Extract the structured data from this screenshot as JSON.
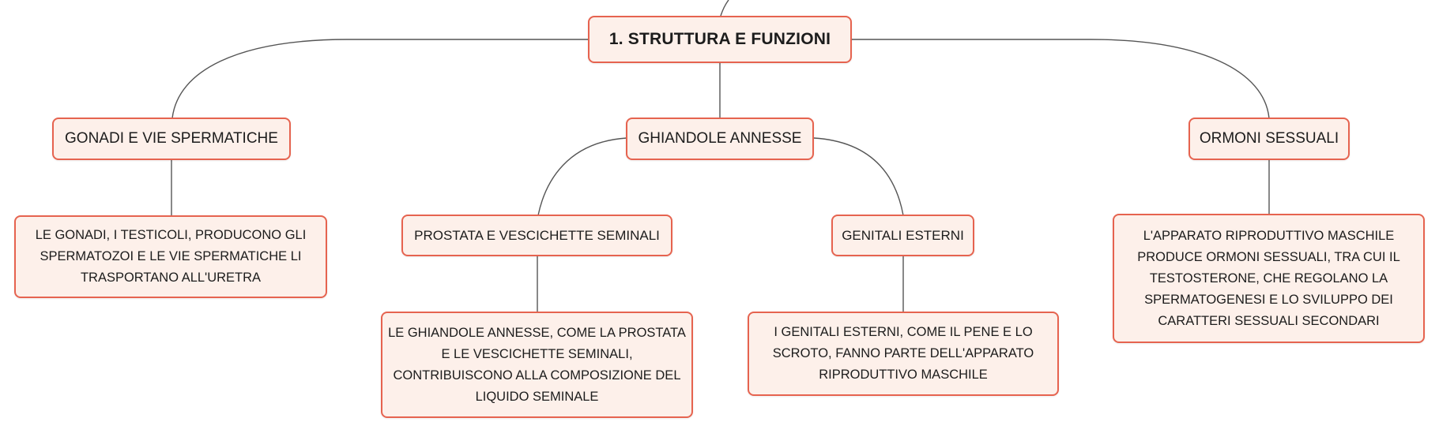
{
  "theme": {
    "node_fill": "#fdf0ea",
    "node_border": "#e6634f",
    "line_color": "#555555",
    "text_color": "#1c1c1c"
  },
  "map": {
    "root": {
      "label": "1. STRUTTURA E FUNZIONI"
    },
    "branches": {
      "gonadi": {
        "label": "GONADI E VIE SPERMATICHE",
        "detail": "LE GONADI, I TESTICOLI, PRODUCONO GLI SPERMATOZOI E LE VIE SPERMATICHE LI TRASPORTANO ALL'URETRA"
      },
      "ghiandole": {
        "label": "GHIANDOLE ANNESSE",
        "prostata": {
          "label": "PROSTATA E VESCICHETTE SEMINALI",
          "detail": "LE GHIANDOLE ANNESSE, COME LA PROSTATA E LE VESCICHETTE SEMINALI, CONTRIBUISCONO ALLA COMPOSIZIONE DEL LIQUIDO SEMINALE"
        },
        "genitali": {
          "label": "GENITALI ESTERNI",
          "detail": "I GENITALI ESTERNI, COME IL PENE E LO SCROTO, FANNO PARTE DELL'APPARATO RIPRODUTTIVO MASCHILE"
        }
      },
      "ormoni": {
        "label": "ORMONI SESSUALI",
        "detail": "L'APPARATO RIPRODUTTIVO MASCHILE PRODUCE ORMONI SESSUALI, TRA CUI IL TESTOSTERONE, CHE REGOLANO LA SPERMATOGENESI E LO SVILUPPO DEI CARATTERI SESSUALI SECONDARI"
      }
    }
  }
}
